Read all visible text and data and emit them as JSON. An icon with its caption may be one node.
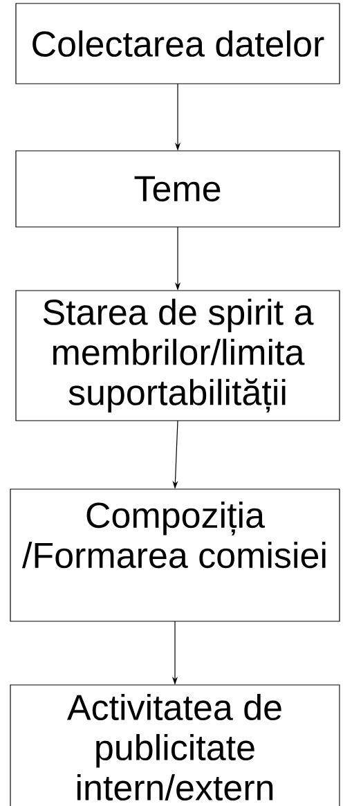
{
  "diagram": {
    "nodes": [
      {
        "text": [
          "Colectarea datelor"
        ]
      },
      {
        "text": [
          "Teme"
        ]
      },
      {
        "text": [
          "Starea de spirit a membrilor/limita suportabilității"
        ]
      },
      {
        "text": [
          "Compoziția /Formarea comisiei"
        ]
      },
      {
        "text": [
          "Activitatea de publicitate intern/extern"
        ]
      }
    ],
    "edges": [
      {
        "from": 0,
        "to": 1,
        "arrow": "to"
      },
      {
        "from": 1,
        "to": 2,
        "arrow": "to"
      },
      {
        "from": 2,
        "to": 3,
        "arrow": "to"
      },
      {
        "from": 3,
        "to": 4,
        "arrow": "to"
      }
    ]
  }
}
